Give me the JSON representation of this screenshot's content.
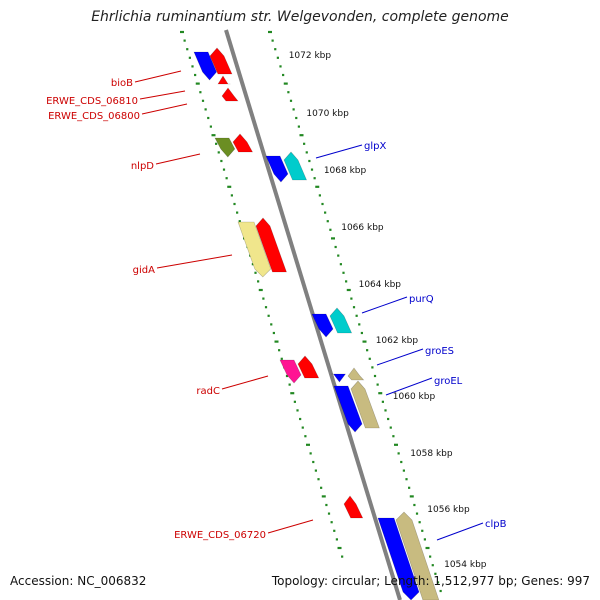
{
  "title": "Ehrlichia ruminantium str. Welgevonden, complete genome",
  "accession": "Accession: NC_006832",
  "summary": "Topology: circular; Length: 1,512,977 bp; Genes: 997",
  "colors": {
    "backbone": "#808080",
    "tick": "#228822",
    "left_label": "#cc0000",
    "right_label": "#0000cc",
    "red": "#ff0000",
    "blue": "#0000ff",
    "cyan": "#00cccc",
    "olive": "#6b8e23",
    "khaki": "#c8bb80",
    "pale_yellow": "#f0e68c",
    "magenta": "#ff1493"
  },
  "scale_labels": [
    "1072 kbp",
    "1070 kbp",
    "1068 kbp",
    "1066 kbp",
    "1064 kbp",
    "1062 kbp",
    "1060 kbp",
    "1058 kbp",
    "1056 kbp",
    "1054 kbp"
  ],
  "left_genes": [
    "bioB",
    "ERWE_CDS_06810",
    "ERWE_CDS_06800",
    "nlpD",
    "gidA",
    "radC",
    "ERWE_CDS_06720"
  ],
  "right_genes": [
    "glpX",
    "purQ",
    "groES",
    "groEL",
    "clpB"
  ]
}
